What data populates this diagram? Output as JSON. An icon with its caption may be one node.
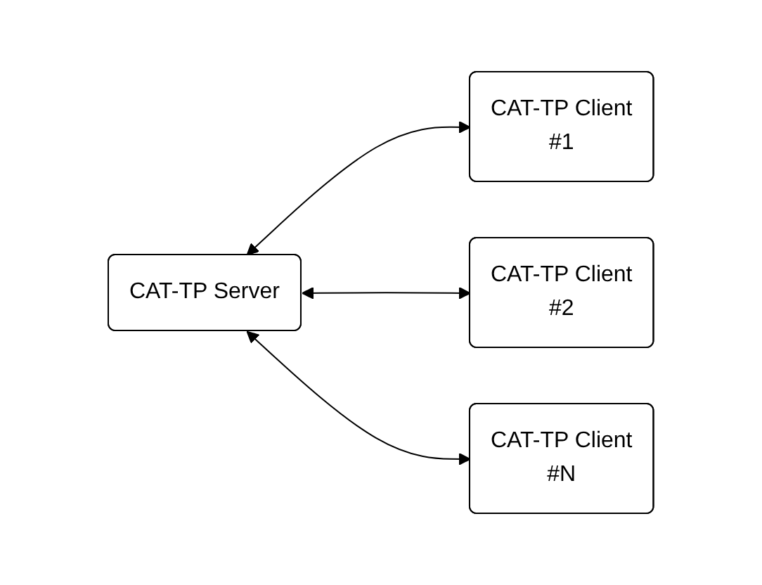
{
  "diagram": {
    "nodes": [
      {
        "text": [
          "CAT-TP Server"
        ]
      },
      {
        "text": [
          "CAT-TP Client",
          "#1"
        ]
      },
      {
        "text": [
          "CAT-TP Client",
          "#2"
        ]
      },
      {
        "text": [
          "CAT-TP Client",
          "#N"
        ]
      }
    ],
    "edges": [
      {
        "from": 0,
        "to": 1,
        "arrow": "both"
      },
      {
        "from": 0,
        "to": 2,
        "arrow": "both"
      },
      {
        "from": 0,
        "to": 3,
        "arrow": "both"
      }
    ]
  }
}
